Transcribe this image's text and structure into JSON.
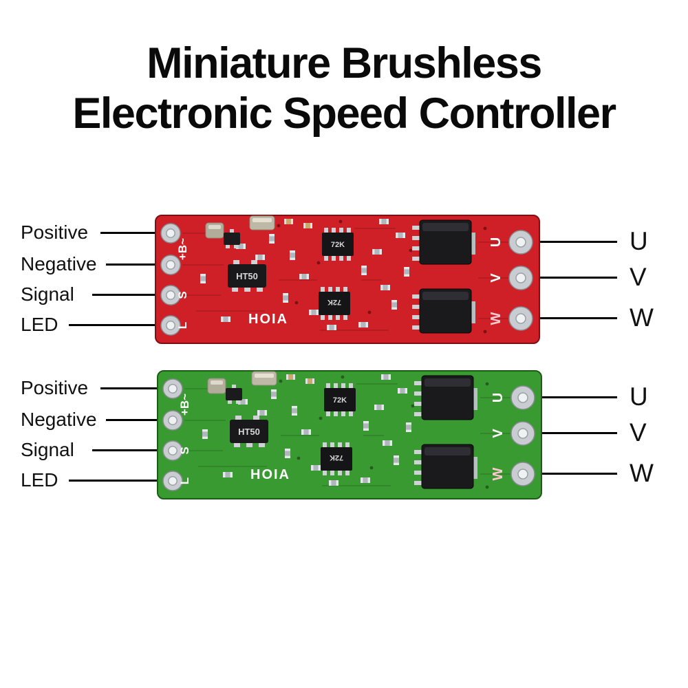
{
  "title": {
    "line1": "Miniature Brushless",
    "line2": "Electronic Speed Controller"
  },
  "boards": [
    {
      "name": "red-esc-board",
      "pcb_color": "#ce2026",
      "left_labels": [
        "Positive",
        "Negative",
        "Signal",
        "LED"
      ],
      "right_labels": [
        "U",
        "V",
        "W"
      ],
      "pad_silkscreen": [
        "+B~",
        "S",
        "L"
      ],
      "output_silkscreen": [
        "U",
        "V",
        "W"
      ],
      "components": {
        "regulator": "HT50",
        "ic_top": "72K",
        "ic_bottom": "72K",
        "brand": "HOIA"
      }
    },
    {
      "name": "green-esc-board",
      "pcb_color": "#3a9a32",
      "left_labels": [
        "Positive",
        "Negative",
        "Signal",
        "LED"
      ],
      "right_labels": [
        "U",
        "V",
        "W"
      ],
      "pad_silkscreen": [
        "+B~",
        "S",
        "L"
      ],
      "output_silkscreen": [
        "U",
        "V",
        "W"
      ],
      "components": {
        "regulator": "HT50",
        "ic_top": "72K",
        "ic_bottom": "72K",
        "brand": "HOIA"
      }
    }
  ]
}
